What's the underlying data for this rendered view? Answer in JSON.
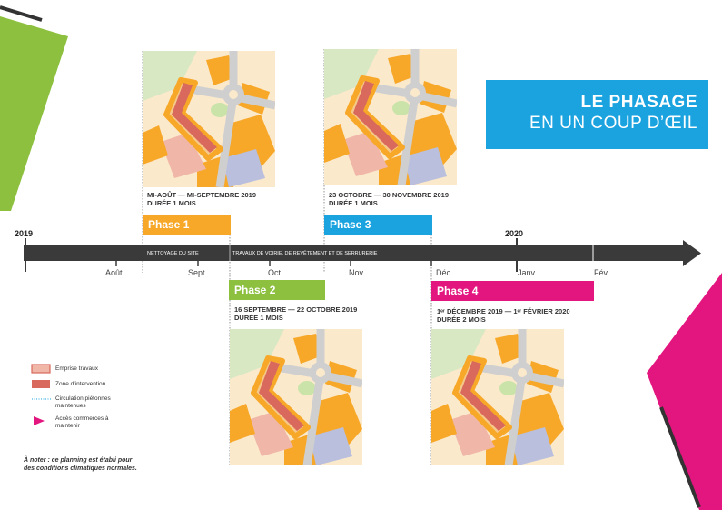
{
  "title": {
    "line1": "LE PHASAGE",
    "line2": "EN UN COUP D’ŒIL"
  },
  "timeline": {
    "years": [
      {
        "label": "2019"
      },
      {
        "label": "2020"
      }
    ],
    "months": [
      "Août",
      "Sept.",
      "Oct.",
      "Nov.",
      "Déc.",
      "Janv.",
      "Fév."
    ],
    "segments": [
      "NETTOYAGE DU SITE",
      "TRAVAUX DE VOIRIE, DE REVÊTEMENT ET DE SERRURERIE"
    ]
  },
  "phases": [
    {
      "label": "Phase 1",
      "dates": "MI-AOÛT — MI-SEPTEMBRE 2019",
      "duration": "DURÉE 1 MOIS",
      "color": "#f7a829"
    },
    {
      "label": "Phase 2",
      "dates": "16 SEPTEMBRE — 22 OCTOBRE 2019",
      "duration": "DURÉE 1 MOIS",
      "color": "#8cc03e"
    },
    {
      "label": "Phase 3",
      "dates": "23 OCTOBRE — 30 NOVEMBRE 2019",
      "duration": "DURÉE 1 MOIS",
      "color": "#1ba3e0"
    },
    {
      "label": "Phase 4",
      "dates": "1ᵉʳ DÉCEMBRE 2019 — 1ᵉʳ FÉVRIER 2020",
      "duration": "DURÉE 2 MOIS",
      "color": "#e3157f"
    }
  ],
  "legend": [
    {
      "label": "Emprise travaux",
      "icon": "emprise-swatch-icon"
    },
    {
      "label": "Zone d’intervention",
      "icon": "zone-swatch-icon"
    },
    {
      "label": "Circulation piétonnes maintenues",
      "icon": "dotted-line-icon"
    },
    {
      "label": "Accès commerces à maintenir",
      "icon": "triangle-marker-icon"
    }
  ],
  "note": "À noter : ce planning est établi pour des conditions climatiques normales.",
  "colors": {
    "timeline": "#3a3a3a",
    "green": "#8cc03e",
    "magenta": "#e3157f",
    "blue": "#1ba3e0",
    "orange": "#f7a829"
  }
}
